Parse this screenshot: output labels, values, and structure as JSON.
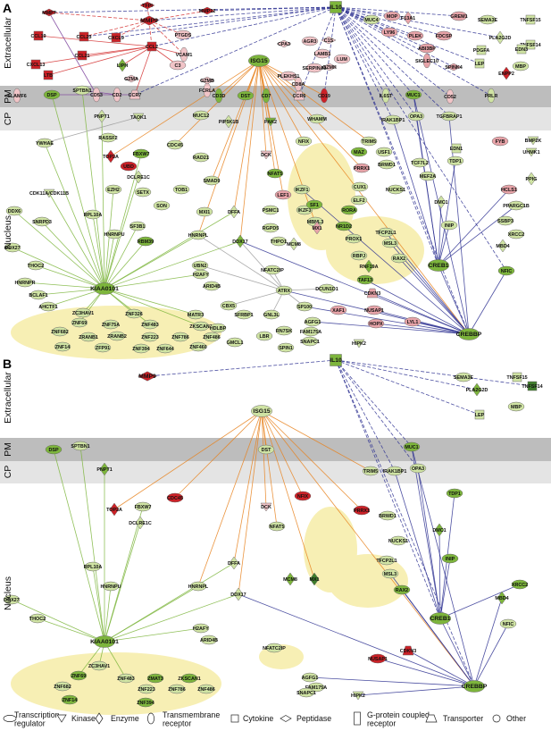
{
  "panels": [
    {
      "letter": "A",
      "regions": [
        "Extracellular",
        "PM",
        "CP",
        "Nucleus"
      ],
      "nodes": [
        "MMP7",
        "TFPI",
        "MMP12",
        "MMP9",
        "IL10",
        "PTGDS",
        "CCL19",
        "CCL23",
        "CXCL9",
        "CCL21",
        "CCL2",
        "VCAM1",
        "CXCL13",
        "LTB",
        "C3",
        "LIPH",
        "FCRLA",
        "ISG15",
        "GZMA",
        "GZMB",
        "GZMK",
        "CD8A",
        "PLEKHS1",
        "SERPINA3",
        "LAMB1",
        "AGR3",
        "CPA3",
        "C1S",
        "LUM",
        "MUC4",
        "MOP",
        "F13A1",
        "LY96",
        "PLEK",
        "GREM1",
        "SEMA3E",
        "TNFSF15",
        "TNFSF14",
        "ABI3BP",
        "PDGFA",
        "PLA2G2D",
        "FDCSP",
        "SIGLEC10",
        "SPINK4",
        "LEP",
        "EDN3",
        "MBP",
        "ENPP2",
        "SLAMF6",
        "DSP",
        "SPTBN1",
        "CD53",
        "CD2",
        "CCR7",
        "CD3D",
        "DST",
        "CD7",
        "CCR6",
        "CD19",
        "IL6ST",
        "MUC1",
        "CD52",
        "PRLR",
        "PNPT1",
        "TAOK1",
        "MUC12",
        "PIP5K1B",
        "PAK2",
        "WHAMM",
        "IRAK1BP1",
        "OPA3",
        "TGFBRAP1",
        "YWHAE",
        "RASSF2",
        "TOP2A",
        "UBD",
        "FBXW7",
        "CDC45",
        "EZH2",
        "DCLRE1C",
        "RAD21",
        "TOB1",
        "SMAD9",
        "DCK",
        "NFIX",
        "NFAT5",
        "TRIM5",
        "MAZ",
        "USF1",
        "BRWD1",
        "PRRX1",
        "TCF7L2",
        "MEF2A",
        "EDN1",
        "FYB",
        "BMP2K",
        "UHMK1",
        "TDP1",
        "DMC1",
        "NUCKS1",
        "INIP",
        "HCLS1",
        "PPIG",
        "PPARGC1B",
        "SSBP3",
        "XRCC2",
        "MBD4",
        "CDK11A/CDK11B",
        "SETX",
        "SON",
        "MXI1",
        "DFFA",
        "PSMC1",
        "IKZF1",
        "IKZF3",
        "LEF1",
        "SF1",
        "MBNL3",
        "RORA",
        "ELF2",
        "NR1D2",
        "CUX1",
        "TFCP2L1",
        "MSL3",
        "RAX2",
        "CREB1",
        "NFIC",
        "DDX6",
        "SNRPD3",
        "RPL10A",
        "HNRNPU",
        "SF3B1",
        "RBM39",
        "HNRNPL",
        "MCM8",
        "MX1",
        "RGPD5",
        "THPO1",
        "DDX17",
        "PROX1",
        "RBPJ",
        "RNF19A",
        "TAF13",
        "CDKN3",
        "DDX27",
        "THOC2",
        "HNRNPR",
        "BCLAF1",
        "AHCTF1",
        "KIAA0101",
        "H2AFY",
        "ARID4B",
        "UBN2",
        "NFATC2IP",
        "ATRX",
        "DCUN1D1",
        "XAF1",
        "NUSAP1",
        "ZC3HAV1",
        "ZNF326",
        "MATR3",
        "ZNF69",
        "ZNF75A",
        "ZNF483",
        "ZKSCAN1",
        "ZNF682",
        "ZRANB1",
        "ZRANB2",
        "ZNF223",
        "ZNF786",
        "ZNF486",
        "ZNF14",
        "ZFP91",
        "ZNF394",
        "ZNF644",
        "ZNF460",
        "CBX5",
        "SP100",
        "SFRBP1",
        "GNL3L",
        "HDLBP",
        "LBR",
        "GMCL1",
        "RN7SK",
        "SPIN1",
        "AGFG1",
        "FAM175A",
        "SNAPC1",
        "HOPX",
        "LYL1",
        "HIPK2",
        "CREBBP"
      ]
    },
    {
      "letter": "B",
      "regions": [
        "Extracellular",
        "PM",
        "CP",
        "Nucleus"
      ],
      "nodes": [
        "MMP9",
        "IL10",
        "SEMA3E",
        "TNFSF15",
        "PLA2G2D",
        "TNFSF14",
        "LEP",
        "MBP",
        "ISG15",
        "DSP",
        "SPTBN1",
        "DST",
        "MUC1",
        "IRAK1BP1",
        "OPA3",
        "TRIM5",
        "PNPT1",
        "TDP1",
        "CDC45",
        "TOP2A",
        "FBXW7",
        "DCLRE1C",
        "DCK",
        "NFIX",
        "PRRX1",
        "BRWD1",
        "NFAT5",
        "NUCKS1",
        "DMC1",
        "INIP",
        "RPL10A",
        "DFFA",
        "TFCP2L1",
        "MSL3",
        "RAX2",
        "XRCC2",
        "MBD4",
        "HNRNPU",
        "HNRNPL",
        "MCM8",
        "MX1",
        "DDX17",
        "CREB1",
        "NFIC",
        "DDX27",
        "THOC2",
        "H2AFY",
        "ARID4B",
        "NFATC2IP",
        "CDKN3",
        "KIAA0101",
        "NUSAP1",
        "ZC3HAV1",
        "ZNF69",
        "ZNF682",
        "ZNF483",
        "ZMAT3",
        "ZKSCAN1",
        "ZNF223",
        "ZNF786",
        "ZNF486",
        "ZNF14",
        "ZNF394",
        "AGFG1",
        "FAM175A",
        "SNAPC1",
        "HIPK2",
        "CREBBP"
      ]
    }
  ],
  "legend": [
    {
      "shape": "ellipse",
      "label": "Transcription regulator"
    },
    {
      "shape": "triangle-down",
      "label": "Kinase"
    },
    {
      "shape": "diamond",
      "label": "Enzyme"
    },
    {
      "shape": "tall-ellipse",
      "label": "Transmembrane receptor"
    },
    {
      "shape": "square",
      "label": "Cytokine"
    },
    {
      "shape": "flat-diamond",
      "label": "Peptidase"
    },
    {
      "shape": "tall-rect",
      "label": "G-protein coupled receptor"
    },
    {
      "shape": "trapezoid",
      "label": "Transporter"
    },
    {
      "shape": "circle",
      "label": "Other"
    }
  ],
  "colors": {
    "green": "#7db53c",
    "light_green": "#cfe3a3",
    "dark_green": "#3f7d2b",
    "red": "#cc2127",
    "light_red": "#e7a3a8",
    "pink": "#f1c4c7",
    "edge_red": "#d32f2f",
    "edge_blue": "#2e3192",
    "edge_orange": "#e8821e",
    "edge_green": "#7db53c",
    "edge_gray": "#9a9a9a",
    "edge_purple": "#7a3f9b",
    "pm_band": "#bdbdbd",
    "cp_band": "#e4e4e4",
    "highlight": "#f7efb4"
  }
}
